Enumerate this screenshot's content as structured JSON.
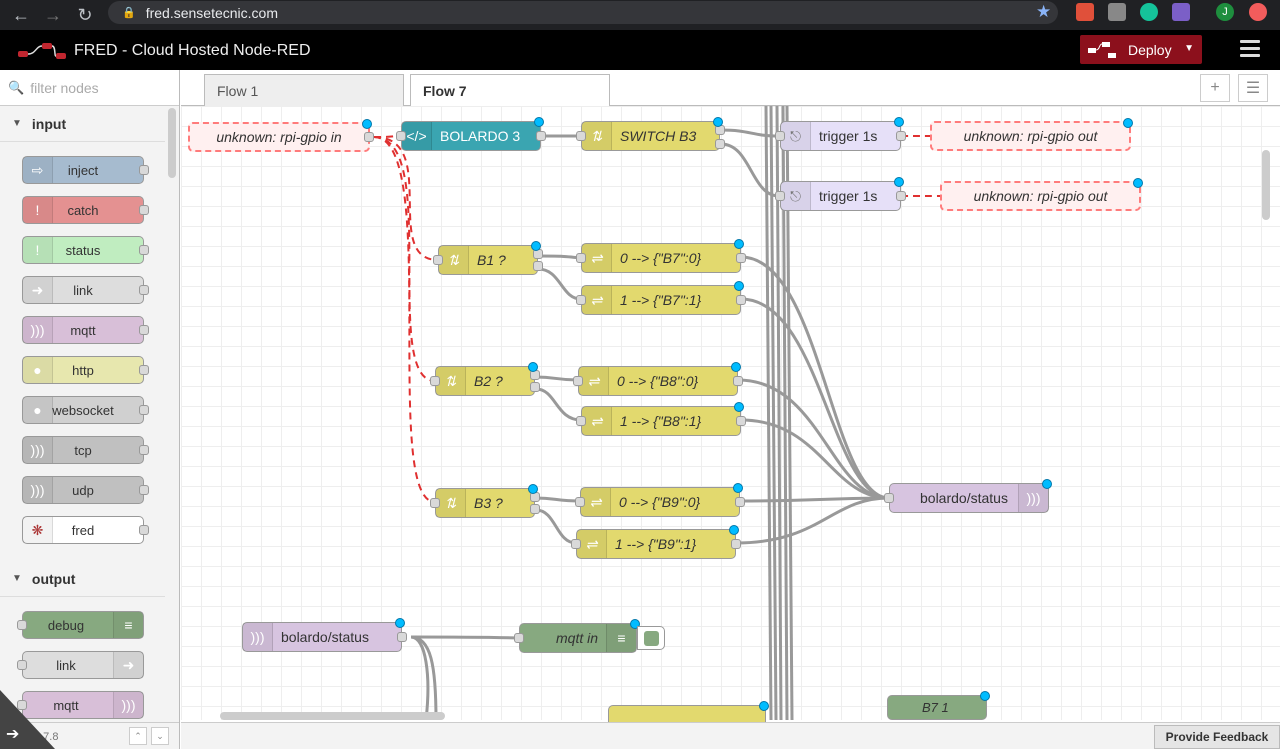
{
  "browser": {
    "url": "fred.sensetecnic.com"
  },
  "app": {
    "title": "FRED - Cloud Hosted Node-RED",
    "deploy_label": "Deploy"
  },
  "palette": {
    "filter_placeholder": "filter nodes",
    "input_category": "input",
    "output_category": "output",
    "input_nodes": [
      "inject",
      "catch",
      "status",
      "link",
      "mqtt",
      "http",
      "websocket",
      "tcp",
      "udp",
      "fred"
    ],
    "output_nodes": [
      "debug",
      "link",
      "mqtt"
    ],
    "version": "1.7.8"
  },
  "tabs": [
    "Flow 1",
    "Flow 7"
  ],
  "flow": {
    "gpio_in": "unknown: rpi-gpio in",
    "bolardo3": "BOLARDO 3",
    "switch_b3": "SWITCH B3",
    "trigger1": "trigger 1s",
    "trigger2": "trigger 1s",
    "gpio_out1": "unknown: rpi-gpio out",
    "gpio_out2": "unknown: rpi-gpio out",
    "b1": "B1 ?",
    "b2": "B2 ?",
    "b3": "B3 ?",
    "c_b7_0": "0 --> {\"B7\":0}",
    "c_b7_1": "1 --> {\"B7\":1}",
    "c_b8_0": "0 --> {\"B8\":0}",
    "c_b8_1": "1 --> {\"B8\":1}",
    "c_b9_0": "0 --> {\"B9\":0}",
    "c_b9_1": "1 --> {\"B9\":1}",
    "mqtt_out": "bolardo/status",
    "mqtt_in_node": "bolardo/status",
    "debug_mqtt_in": "mqtt in",
    "partial_node": "B7 1"
  },
  "footer": {
    "feedback": "Provide Feedback"
  }
}
